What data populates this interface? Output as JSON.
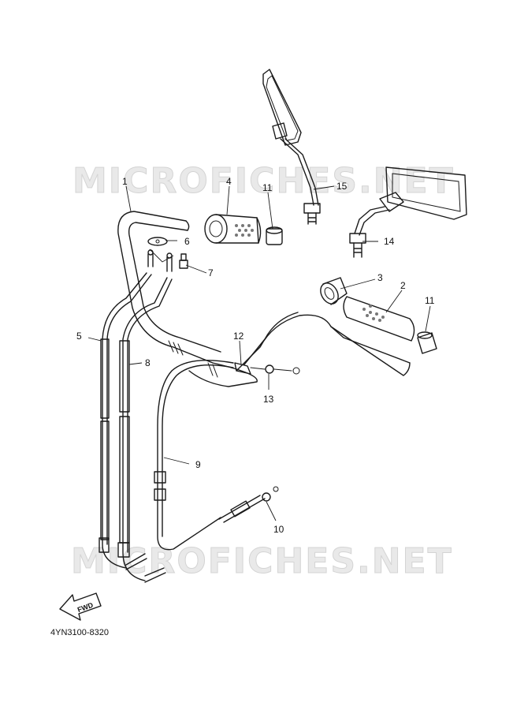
{
  "watermark": "MICROFICHES.NET",
  "callouts": [
    "1",
    "2",
    "3",
    "4",
    "5",
    "6",
    "7",
    "8",
    "9",
    "10",
    "11",
    "11",
    "12",
    "13",
    "14",
    "15"
  ],
  "fwd_label": "FWD",
  "diagram_code": "4YN3100-8320"
}
